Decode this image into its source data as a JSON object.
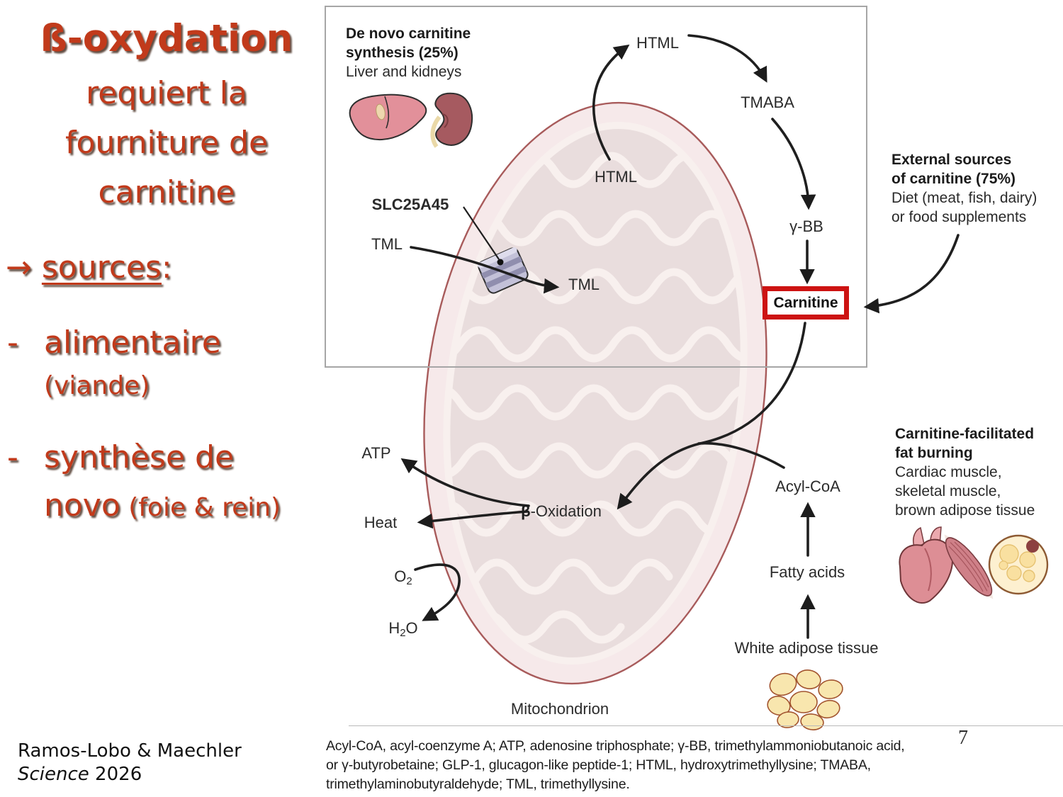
{
  "left_panel": {
    "title_line1": "ß-oxydation",
    "title_line2": "requiert la",
    "title_line3": "fourniture de",
    "title_line4": "carnitine",
    "arrow_glyph": "→",
    "sources_word": "sources",
    "sources_colon": ":",
    "bullet_dash": "-",
    "bullet1_text": "alimentaire",
    "bullet1_sub": "(viande)",
    "bullet2_text": "synthèse de",
    "bullet2_text2": "novo",
    "bullet2_sub": " (foie & rein)"
  },
  "footer": {
    "authors": "Ramos-Lobo & Maechler",
    "journal_italic": "Science",
    "year": " 2026",
    "page_number": "7"
  },
  "diagram": {
    "de_novo_block": {
      "bold_line1": "De novo carnitine",
      "bold_line2": "synthesis (25%)",
      "line3": "Liver and kidneys"
    },
    "external_block": {
      "bold_line1": "External sources",
      "bold_line2": "of carnitine (75%)",
      "line3": "Diet (meat, fish, dairy)",
      "line4": "or food supplements"
    },
    "fat_block": {
      "bold_line1": "Carnitine-facilitated",
      "bold_line2": "fat burning",
      "line3": "Cardiac muscle,",
      "line4": "skeletal muscle,",
      "line5": "brown adipose tissue"
    },
    "labels": {
      "html_outer": "HTML",
      "tmaba": "TMABA",
      "html_inner": "HTML",
      "slc25a45": "SLC25A45",
      "tml_outer": "TML",
      "tml_inner": "TML",
      "gamma_bb": "γ-BB",
      "carnitine": "Carnitine",
      "atp": "ATP",
      "heat": "Heat",
      "beta": "β",
      "oxidation": "-Oxidation",
      "o2_base": "O",
      "o2_sub": "2",
      "h2o_h": "H",
      "h2o_sub": "2",
      "h2o_o": "O",
      "acyl_coa": "Acyl-CoA",
      "fatty_acids": "Fatty acids",
      "white_adipose": "White adipose tissue",
      "mitochondrion": "Mitochondrion"
    },
    "caption": {
      "line1": "Acyl-CoA, acyl-coenzyme A; ATP, adenosine triphosphate; γ-BB, trimethylammoniobutanoic acid,",
      "line2": "or γ-butyrobetaine; GLP-1, glucagon-like peptide-1; HTML, hydroxytrimethyllysine; TMABA,",
      "line3": "trimethylaminobutyraldehyde; TML, trimethyllysine."
    }
  },
  "colors": {
    "accent_red": "#c13a1b",
    "carnitine_box_red": "#cd1312",
    "arrow_black": "#1f1f1f",
    "box_border_gray": "#a6a6a6",
    "mito_outline": "#a85b5b",
    "mito_outer_fill": "#f6e9ea",
    "mito_matrix_fill": "#e9dddd",
    "cristae_cream": "#f8f0ee",
    "transporter_fill": "#c3c1d8"
  }
}
